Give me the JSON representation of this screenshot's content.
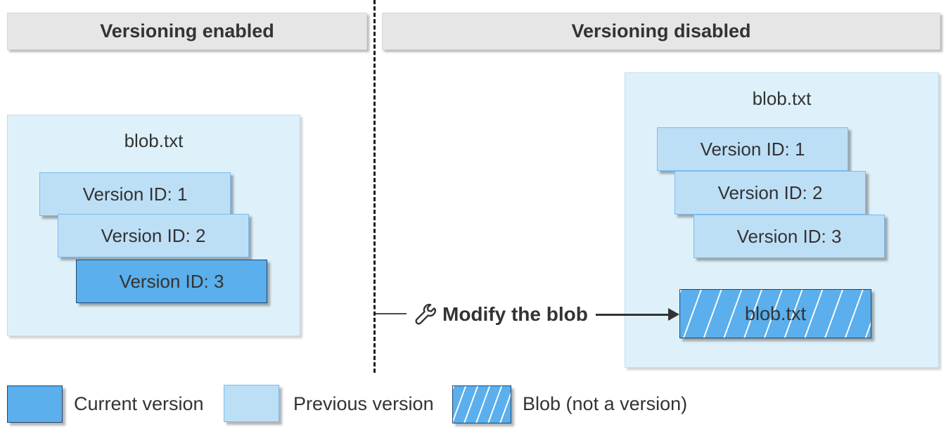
{
  "headers": {
    "left": "Versioning enabled",
    "right": "Versioning disabled"
  },
  "left_panel": {
    "container_title": "blob.txt",
    "versions": [
      "Version ID: 1",
      "Version ID: 2",
      "Version ID: 3"
    ],
    "current_version": "Version ID: 3"
  },
  "right_panel": {
    "container_title": "blob.txt",
    "versions": [
      "Version ID: 1",
      "Version ID: 2",
      "Version ID: 3"
    ],
    "blob_box_label": "blob.txt"
  },
  "modify": {
    "label": "Modify the blob",
    "icon": "wrench-icon"
  },
  "legend": {
    "items": [
      {
        "label": "Current version",
        "swatch": "solid-current-blue"
      },
      {
        "label": "Previous version",
        "swatch": "solid-previous-light-blue"
      },
      {
        "label": "Blob (not a version)",
        "swatch": "hatched-blue"
      }
    ]
  },
  "colors": {
    "current_version": "#5aafec",
    "previous_version": "#bddff6",
    "container_bg": "#def1fa",
    "header_bg": "#e6e6e6",
    "text": "#333333",
    "dark_border": "#24456b",
    "light_border": "#79bbf0",
    "arrow": "#333333"
  }
}
